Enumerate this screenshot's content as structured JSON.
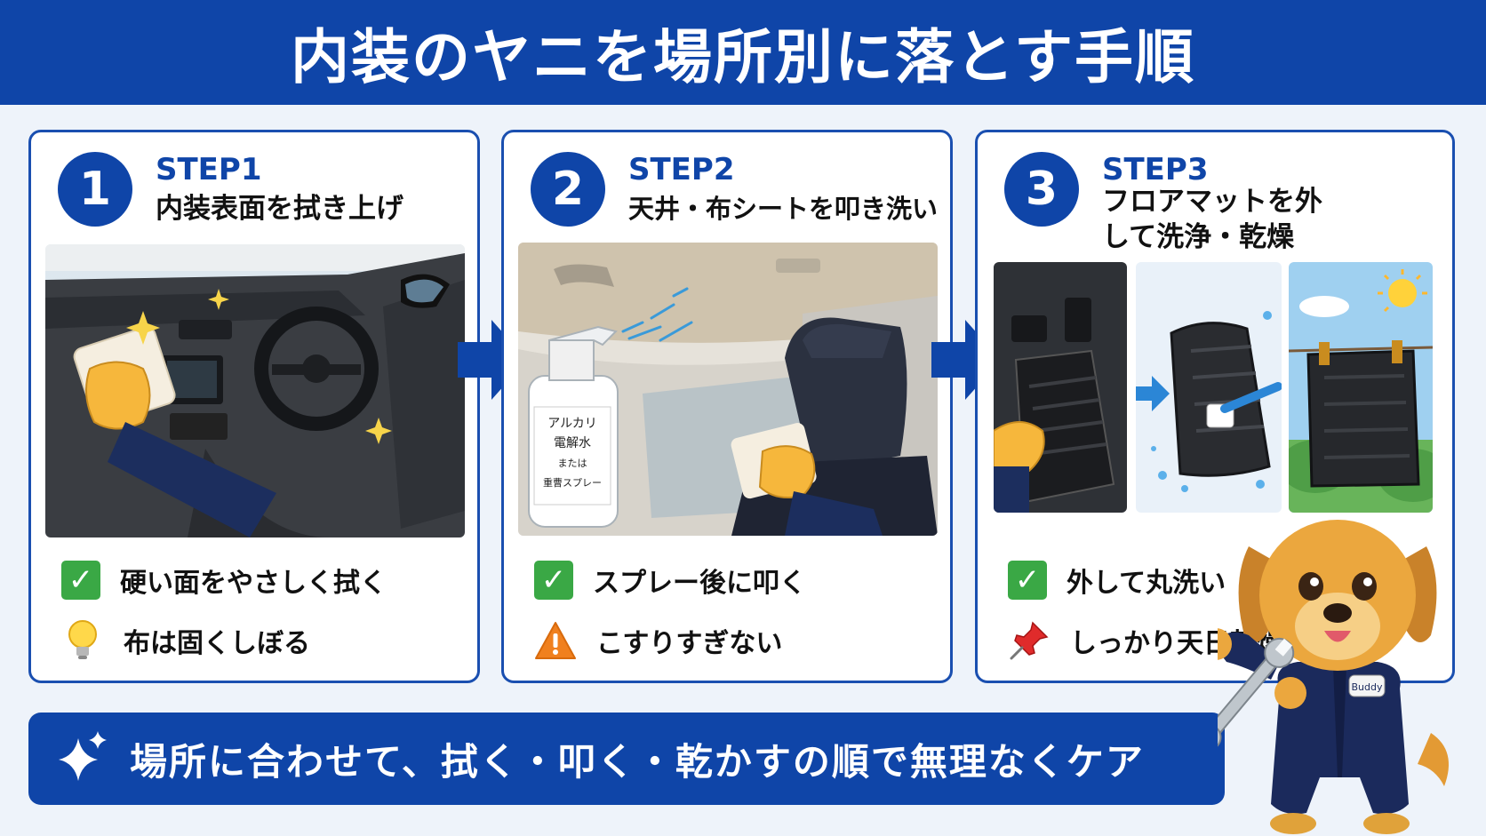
{
  "title": "内装のヤニを場所別に落とす手順",
  "steps": [
    {
      "number": "1",
      "label": "STEP1",
      "title": "内装表面を拭き上げ",
      "tips": [
        {
          "icon": "check-icon",
          "text": "硬い面をやさしく拭く"
        },
        {
          "icon": "lightbulb-icon",
          "text": "布は固くしぼる"
        }
      ]
    },
    {
      "number": "2",
      "label": "STEP2",
      "title": "天井・布シートを叩き洗い",
      "spray_label": [
        "アルカリ",
        "電解水",
        "または",
        "重曹スプレー"
      ],
      "tips": [
        {
          "icon": "check-icon",
          "text": "スプレー後に叩く"
        },
        {
          "icon": "warning-icon",
          "text": "こすりすぎない"
        }
      ]
    },
    {
      "number": "3",
      "label": "STEP3",
      "title": "フロアマットを外して洗浄・乾燥",
      "tips": [
        {
          "icon": "check-icon",
          "text": "外して丸洗い"
        },
        {
          "icon": "pushpin-icon",
          "text": "しっかり天日乾燥"
        }
      ]
    }
  ],
  "footer": "場所に合わせて、拭く・叩く・乾かすの順で無理なくケア",
  "mascot_badge": "Buddy",
  "colors": {
    "primary": "#0f45a8",
    "check": "#3aa845",
    "warning": "#f0801e",
    "background": "#eef3fa"
  }
}
